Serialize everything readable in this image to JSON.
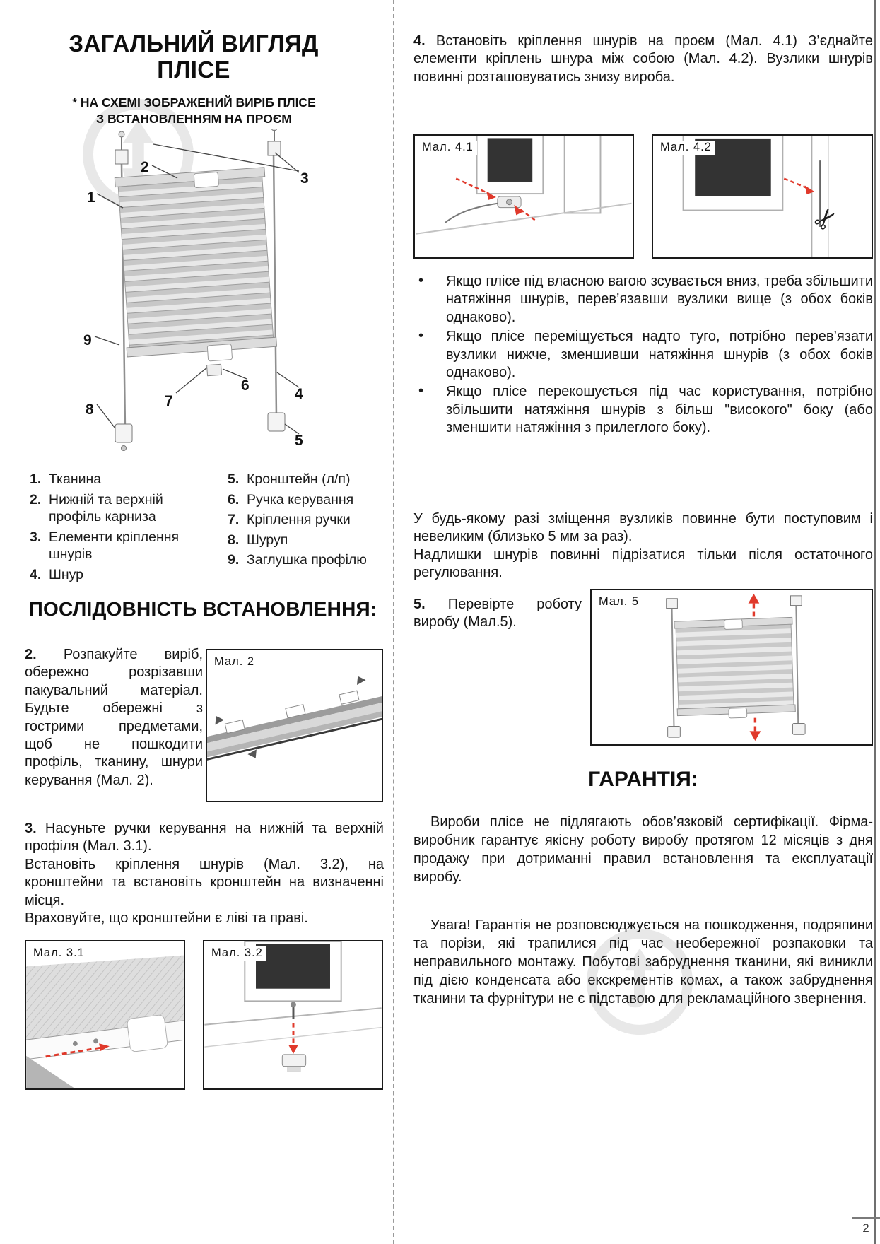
{
  "page": {
    "number": "2"
  },
  "ui": {
    "bullet_char": "•"
  },
  "icons": {
    "scissors": "✂"
  },
  "colors": {
    "accent_red": "#e0392b",
    "text": "#1b1b1b",
    "watermark": "#d6d6d6"
  },
  "left": {
    "title_line1": "ЗАГАЛЬНИЙ ВИГЛЯД",
    "title_line2": "ПЛІСЕ",
    "subtitle_line1": "* НА СХЕМІ ЗОБРАЖЕНИЙ ВИРІБ ПЛІСЕ",
    "subtitle_line2": "З ВСТАНОВЛЕННЯМ НА ПРОЄМ",
    "diagram_callouts": [
      "1",
      "2",
      "3",
      "4",
      "5",
      "6",
      "7",
      "8",
      "9"
    ],
    "legend_col1": [
      {
        "num": "1.",
        "text": "Тканина"
      },
      {
        "num": "2.",
        "text": "Нижній та верхній профіль карниза"
      },
      {
        "num": "3.",
        "text": "Елементи кріплення шнурів"
      },
      {
        "num": "4.",
        "text": "Шнур"
      }
    ],
    "legend_col2": [
      {
        "num": "5.",
        "text": "Кронштейн (л/п)"
      },
      {
        "num": "6.",
        "text": "Ручка керування"
      },
      {
        "num": "7.",
        "text": "Кріплення ручки"
      },
      {
        "num": "8.",
        "text": "Шуруп"
      },
      {
        "num": "9.",
        "text": "Заглушка профілю"
      }
    ],
    "section_title": "ПОСЛІДОВНІСТЬ ВСТАНОВЛЕННЯ:",
    "step2": {
      "num": "2.",
      "text": "Розпакуйте виріб, обережно розрізавши пакувальний матеріал. Будьте обережні з гострими предметами, щоб не пошкодити профіль, тканину, шнури керування (Мал. 2)."
    },
    "step3": {
      "num": "3.",
      "line1": "Насуньте ручки керування на нижній та верхній профіля (Мал. 3.1).",
      "line2": "Встановіть кріплення шнурів (Мал. 3.2), на кронштейни та встановіть кронштейн на визначенні місця.",
      "line3": "Враховуйте, що кронштейни є ліві та праві."
    }
  },
  "figures": {
    "fig2": {
      "label": "Мал. 2"
    },
    "fig31": {
      "label": "Мал. 3.1"
    },
    "fig32": {
      "label": "Мал. 3.2"
    },
    "fig41": {
      "label": "Мал. 4.1"
    },
    "fig42": {
      "label": "Мал. 4.2"
    },
    "fig5": {
      "label": "Мал. 5"
    }
  },
  "right": {
    "step4": {
      "num": "4.",
      "text": "Встановіть кріплення шнурів на проєм (Мал. 4.1) З’єднайте елементи кріплень шнура між собою (Мал. 4.2). Вузлики шнурів повинні розташовуватись знизу вироба."
    },
    "bullets": [
      "Якщо плісе під власною вагою зсувається вниз, треба збільшити натяжіння шнурів, перев’язавши вузлики вище (з обох боків однаково).",
      "Якщо плісе переміщується надто туго, потрібно перев’язати вузлики нижче, зменшивши натяжіння шнурів (з обох боків однаково).",
      "Якщо плісе перекошується під час користування, потрібно збільшити натяжіння шнурів з більш \"високого\" боку (або зменшити натяжіння з прилеглого боку)."
    ],
    "note1": "У будь-якому разі зміщення вузликів повинне бути поступовим і невеликим (близько 5 мм за раз).",
    "note2": "Надлишки шнурів повинні підрізатися тільки після остаточного регулювання.",
    "step5": {
      "num": "5.",
      "text": "Перевірте роботу виробу (Мал.5)."
    },
    "warranty_title": "ГАРАНТІЯ:",
    "warranty_p1": "Вироби плісе не підлягають обов’язковій сертифікації. Фірма-виробник гарантує якісну роботу виробу протягом 12 місяців з дня продажу при дотриманні правил встановлення та експлуатації виробу.",
    "warranty_p2": "Увага! Гарантія не розповсюджується на пошкодження, подряпини та порізи, які трапилися під час необережної розпаковки та неправильного монтажу. Побутові забруднення тканини, які виникли під дією конденсата або екскрементів комах, а також забруднення тканини та фурнітури не є підставою для рекламаційного звернення."
  }
}
